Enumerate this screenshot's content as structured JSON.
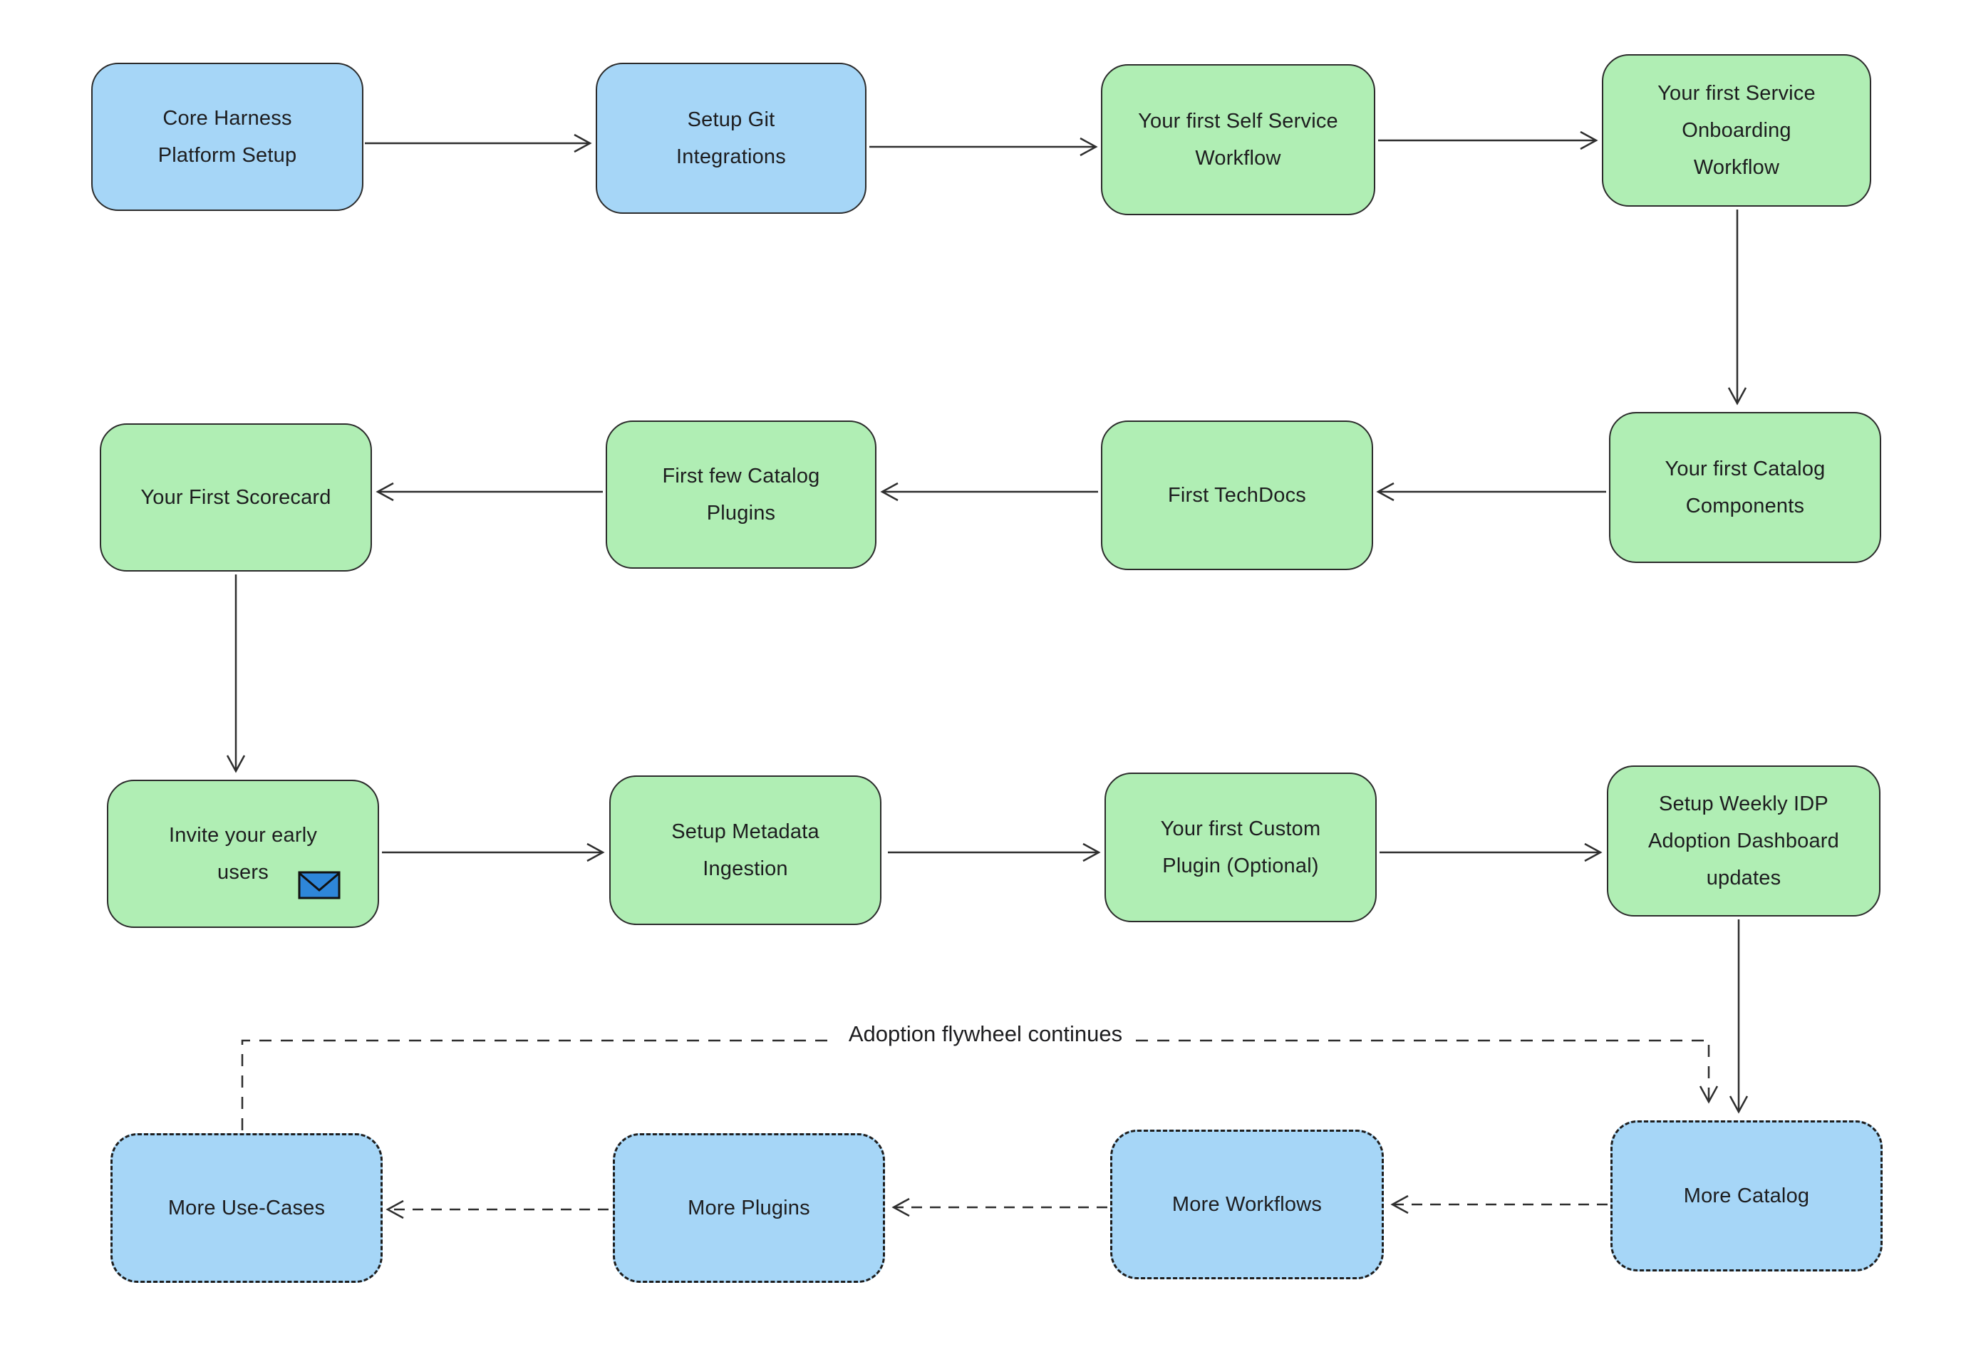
{
  "diagram": {
    "flywheel_label": "Adoption flywheel continues",
    "colors": {
      "node_blue_fill": "#a6d6f7",
      "node_green_fill": "#b0eeb4",
      "node_border": "#2b2b2b",
      "arrow_stroke": "#2e2e2e",
      "text": "#1d1d1f",
      "envelope_fill": "#2e86d9",
      "background": "#ffffff"
    },
    "nodes": [
      {
        "id": "core-harness-platform-setup",
        "label": "Core Harness\nPlatform Setup",
        "variant": "blue-solid"
      },
      {
        "id": "setup-git-integrations",
        "label": "Setup Git\nIntegrations",
        "variant": "blue-solid"
      },
      {
        "id": "first-self-service-workflow",
        "label": "Your first Self Service\nWorkflow",
        "variant": "green-solid"
      },
      {
        "id": "first-service-onboarding-workflow",
        "label": "Your first Service\nOnboarding\nWorkflow",
        "variant": "green-solid"
      },
      {
        "id": "first-scorecard",
        "label": "Your First Scorecard",
        "variant": "green-solid"
      },
      {
        "id": "first-few-catalog-plugins",
        "label": "First few Catalog\nPlugins",
        "variant": "green-solid"
      },
      {
        "id": "first-techdocs",
        "label": "First TechDocs",
        "variant": "green-solid"
      },
      {
        "id": "first-catalog-components",
        "label": "Your first Catalog\nComponents",
        "variant": "green-solid"
      },
      {
        "id": "invite-early-users",
        "label": "Invite your early\nusers",
        "variant": "green-solid",
        "icon": "envelope-icon"
      },
      {
        "id": "setup-metadata-ingestion",
        "label": "Setup Metadata\nIngestion",
        "variant": "green-solid"
      },
      {
        "id": "first-custom-plugin",
        "label": "Your first Custom\nPlugin (Optional)",
        "variant": "green-solid"
      },
      {
        "id": "weekly-idp-adoption-dashboard",
        "label": "Setup Weekly IDP\nAdoption Dashboard\nupdates",
        "variant": "green-solid"
      },
      {
        "id": "more-use-cases",
        "label": "More Use-Cases",
        "variant": "blue-dashed"
      },
      {
        "id": "more-plugins",
        "label": "More Plugins",
        "variant": "blue-dashed"
      },
      {
        "id": "more-workflows",
        "label": "More Workflows",
        "variant": "blue-dashed"
      },
      {
        "id": "more-catalog",
        "label": "More Catalog",
        "variant": "blue-dashed"
      }
    ]
  }
}
